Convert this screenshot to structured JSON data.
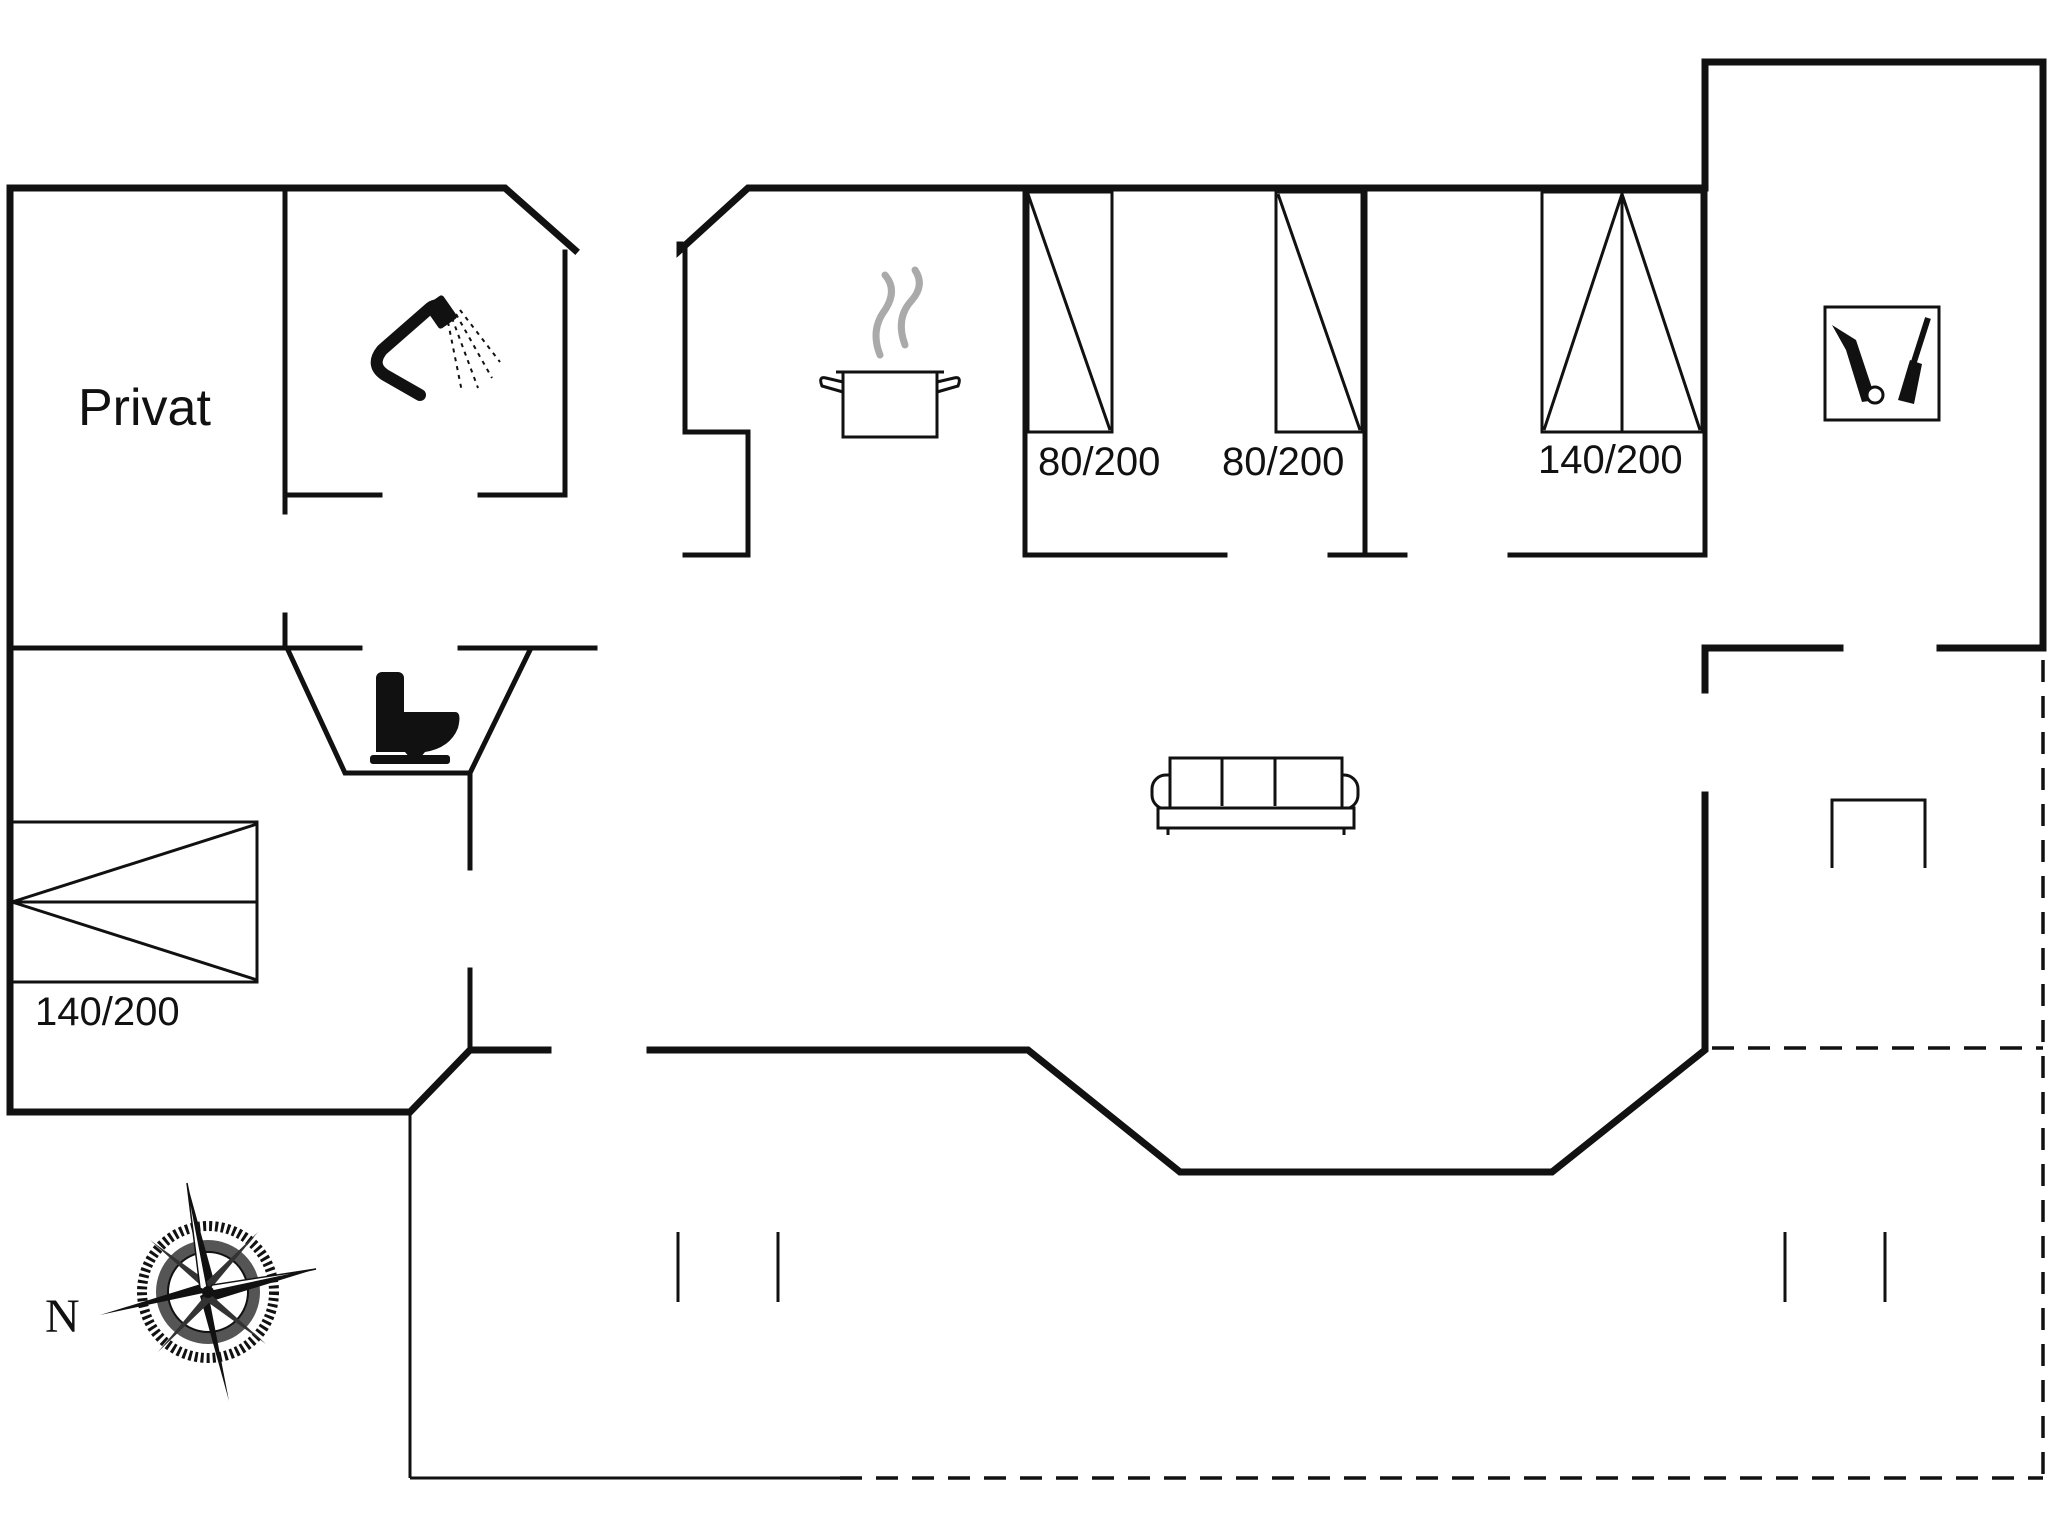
{
  "rooms": {
    "private_label": "Privat"
  },
  "beds": [
    {
      "size": "80/200"
    },
    {
      "size": "80/200"
    },
    {
      "size": "140/200"
    },
    {
      "size": "140/200"
    }
  ],
  "compass": {
    "north_label": "N"
  },
  "icons": [
    "shower-icon",
    "toilet-icon",
    "cooking-pot-icon",
    "sofa-icon",
    "utility-cleaning-icon",
    "compass-rose-icon"
  ]
}
